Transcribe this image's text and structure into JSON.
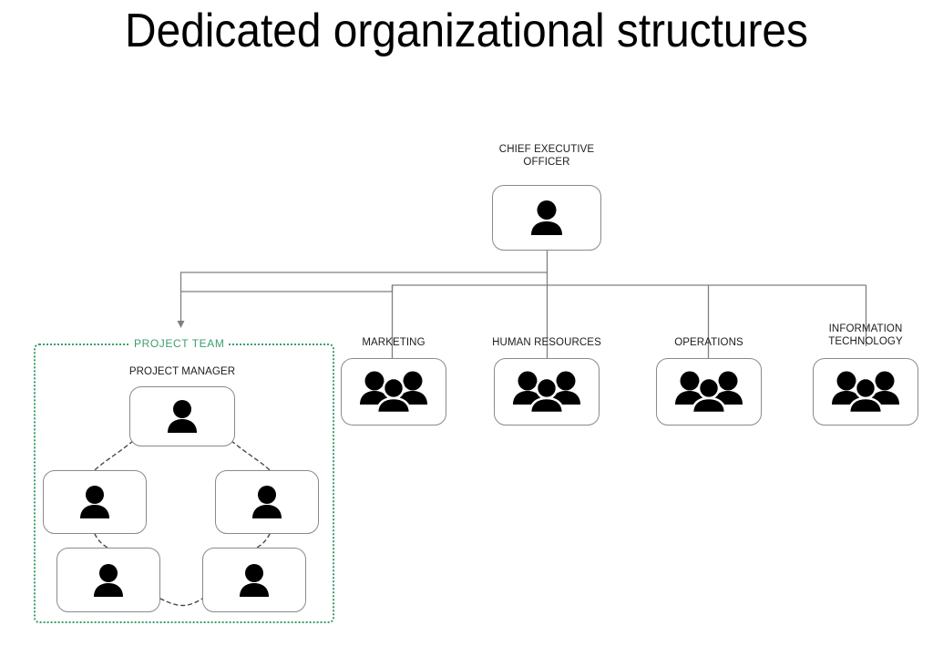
{
  "page": {
    "title": "Dedicated organizational structures",
    "background_color": "#ffffff"
  },
  "colors": {
    "accent_green": "#3a9e6c",
    "box_border": "#8a8a8a",
    "connector": "#7f7f7f",
    "text": "#1c1c1c",
    "icon": "#000000"
  },
  "org_chart": {
    "type": "hierarchy",
    "root": {
      "name": "chief-executive-officer",
      "label": "CHIEF EXECUTIVE\nOFFICER",
      "icon": "single-person-icon"
    },
    "departments": [
      {
        "name": "marketing",
        "label": "MARKETING",
        "icon": "group-people-icon"
      },
      {
        "name": "human-resources",
        "label": "HUMAN RESOURCES",
        "icon": "group-people-icon"
      },
      {
        "name": "operations",
        "label": "OPERATIONS",
        "icon": "group-people-icon"
      },
      {
        "name": "information-technology",
        "label": "INFORMATION\nTECHNOLOGY",
        "icon": "group-people-icon"
      }
    ],
    "project_team": {
      "group_label": "PROJECT TEAM",
      "group_border_style": "dotted",
      "group_border_color": "#3a9e6c",
      "manager": {
        "name": "project-manager",
        "label": "PROJECT MANAGER",
        "icon": "single-person-icon"
      },
      "members": [
        {
          "name": "team-member-left-upper",
          "label": "",
          "icon": "single-person-icon"
        },
        {
          "name": "team-member-right-upper",
          "label": "",
          "icon": "single-person-icon"
        },
        {
          "name": "team-member-left-lower",
          "label": "",
          "icon": "single-person-icon"
        },
        {
          "name": "team-member-right-lower",
          "label": "",
          "icon": "single-person-icon"
        }
      ],
      "member_link_style": "dashed"
    }
  }
}
